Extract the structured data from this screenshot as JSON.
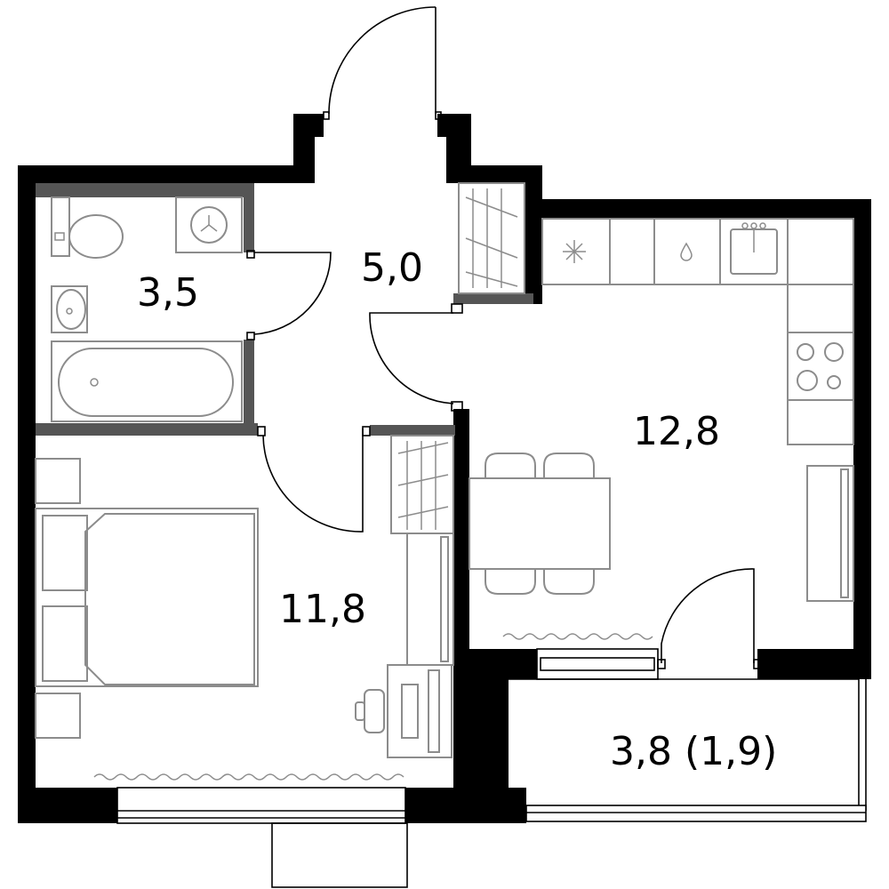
{
  "rooms": {
    "bathroom": {
      "area": "3,5"
    },
    "hallway": {
      "area": "5,0"
    },
    "kitchen": {
      "area": "12,8"
    },
    "bedroom": {
      "area": "11,8"
    },
    "balcony": {
      "area": "3,8 (1,9)"
    }
  },
  "icons": {
    "fridge": "snowflake-icon",
    "dishwasher": "water-drop-icon",
    "sink": "sink-icon",
    "stove": "stove-icon",
    "washer": "washing-machine-icon"
  },
  "colors": {
    "outer_wall": "#000000",
    "inner_wall": "#555555",
    "furniture": "#8c8c8c",
    "background": "#ffffff"
  }
}
